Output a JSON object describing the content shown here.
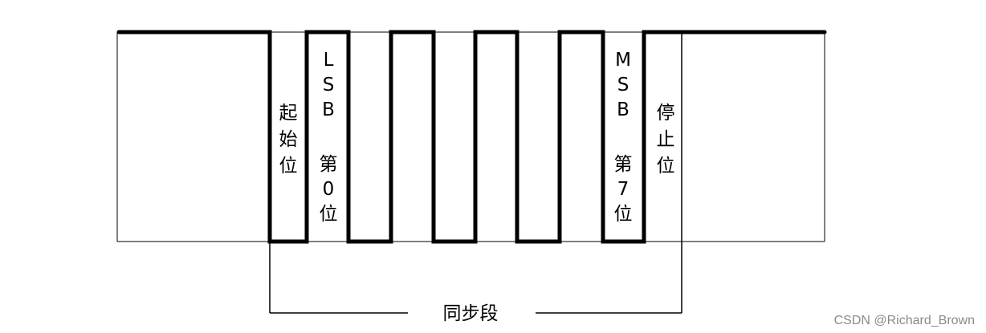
{
  "labels": {
    "start_bit": [
      "起",
      "始",
      "位"
    ],
    "lsb": [
      "L",
      "S",
      "B"
    ],
    "bit0": [
      "第",
      "0",
      "位"
    ],
    "msb": [
      "M",
      "S",
      "B"
    ],
    "bit7": [
      "第",
      "7",
      "位"
    ],
    "stop_bit": [
      "停",
      "止",
      "位"
    ],
    "sync_segment": "同步段"
  },
  "watermark": "CSDN @Richard_Brown",
  "colors": {
    "line": "#000000",
    "watermark": "#8a8a8a"
  }
}
